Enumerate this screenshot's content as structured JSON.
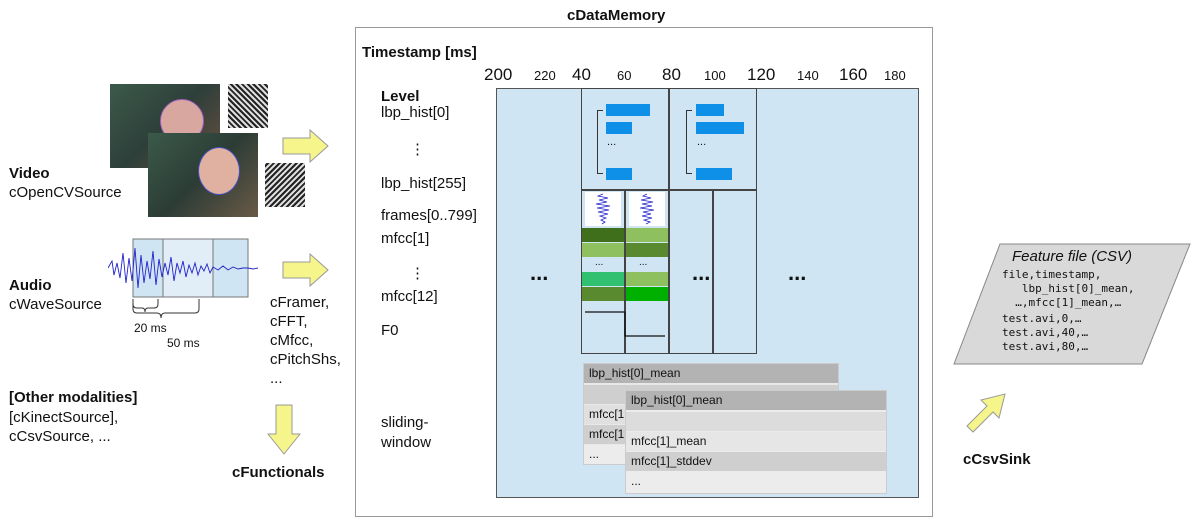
{
  "memory": {
    "title": "cDataMemory",
    "timestamp_label": "Timestamp [ms]",
    "level_label": "Level",
    "ticks": [
      "200",
      "220",
      "40",
      "60",
      "80",
      "100",
      "120",
      "140",
      "160",
      "180"
    ],
    "levels": [
      "lbp_hist[0]",
      "⋮",
      "lbp_hist[255]",
      "frames[0..799]",
      "mfcc[1]",
      "⋮",
      "mfcc[12]",
      "F0",
      "sliding-\nwindow"
    ],
    "ellipses": [
      "...",
      "...",
      "...",
      "...",
      "..."
    ],
    "window1_rows": [
      "lbp_hist[0]_mean",
      "",
      "mfcc[1",
      "mfcc[1",
      "..."
    ],
    "window2_rows": [
      "lbp_hist[0]_mean",
      "",
      "mfcc[1]_mean",
      "mfcc[1]_stddev",
      "..."
    ]
  },
  "sources": {
    "video_title": "Video",
    "video_component": "cOpenCVSource",
    "audio_title": "Audio",
    "audio_component": "cWaveSource",
    "audio_20ms": "20 ms",
    "audio_50ms": "50 ms",
    "other_title": "[Other modalities]",
    "other_line1": "[cKinectSource],",
    "other_line2": "cCsvSource, ..."
  },
  "processors": {
    "list": [
      "cFramer,",
      "cFFT,",
      "cMfcc,",
      "cPitchShs,",
      "..."
    ],
    "functionals": "cFunctionals"
  },
  "output": {
    "file_title": "Feature file (CSV)",
    "lines": [
      "file,timestamp,",
      "   lbp_hist[0]_mean,",
      "  …,mfcc[1]_mean,…",
      "test.avi,0,…",
      "test.avi,40,…",
      "test.avi,80,…"
    ],
    "sink": "cCsvSink"
  },
  "colors": {
    "grid_bg": "#cfe5f3",
    "bar_blue": "#0e8fe8",
    "arrow_fill": "#f5f58c",
    "dark_green": "#3f6f1a",
    "light_green": "#8fc060",
    "bright_green": "#00b000",
    "teal_green": "#30c070",
    "header_gray": "#b3b3b3"
  }
}
